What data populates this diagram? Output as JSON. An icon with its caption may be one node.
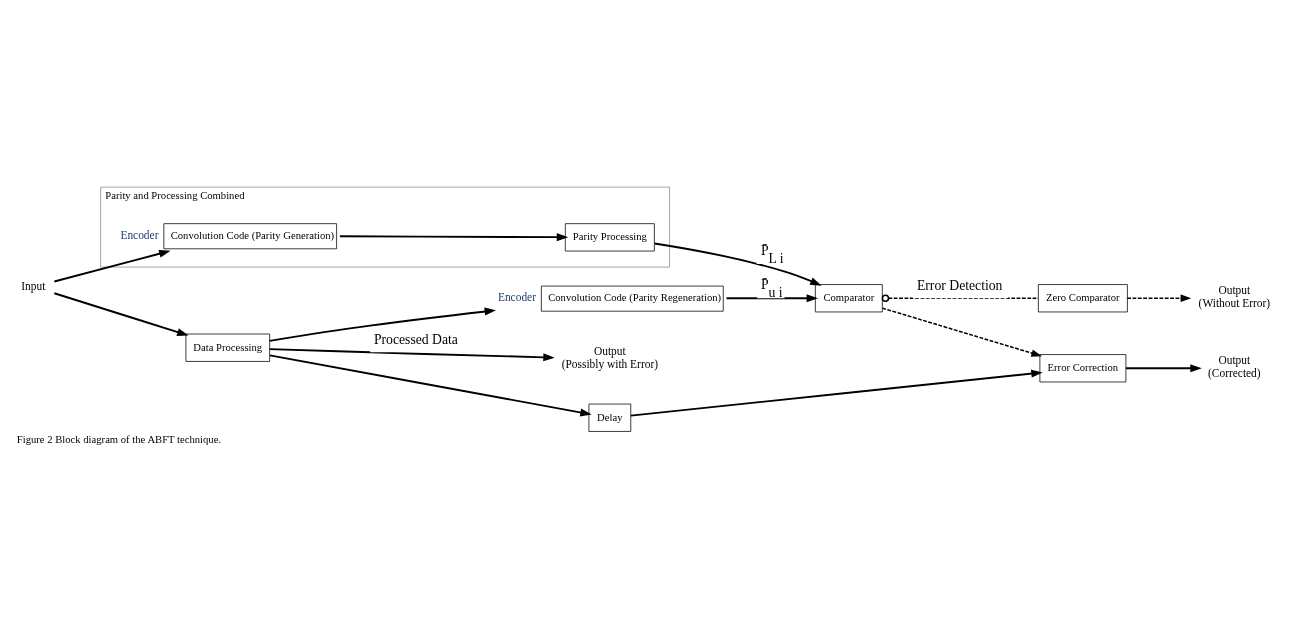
{
  "diagram": {
    "caption": "Figure 2 Block diagram of the ABFT technique.",
    "nodes": [
      {
        "text": [
          "Input"
        ]
      },
      {
        "text": [
          "Data Processing"
        ]
      },
      {
        "text": [
          "Output",
          "(Possibly with Error)"
        ]
      },
      {
        "text": [
          "Convolution Code (Parity Regeneration)"
        ],
        "beside": [
          "Encoder"
        ]
      },
      {
        "text": [
          "Delay"
        ]
      },
      {
        "text": [
          "Parity and Processing Combined"
        ]
      },
      {
        "text": [
          "Convolution Code (Parity Generation)"
        ],
        "beside": [
          "Encoder"
        ],
        "in": 5
      },
      {
        "text": [
          "Parity Processing"
        ],
        "in": 5
      },
      {
        "text": [
          "Comparator"
        ]
      },
      {
        "text": [
          "Error Correction"
        ]
      },
      {
        "text": [
          "Output",
          "(Corrected)"
        ]
      },
      {
        "text": [
          "Zero Comparator"
        ]
      },
      {
        "text": [
          "Output",
          "(Without Error)"
        ]
      }
    ],
    "edges": [
      {
        "from": 0,
        "to": 1,
        "arrow": "to"
      },
      {
        "from": 0,
        "to": 6,
        "arrow": "to"
      },
      {
        "from": 1,
        "to": 2,
        "arrow": "to",
        "label": "Processed Data"
      },
      {
        "from": 1,
        "to": 3,
        "arrow": "to"
      },
      {
        "from": 1,
        "to": 4,
        "arrow": "to"
      },
      {
        "from": 3,
        "to": 8,
        "arrow": "to",
        "label": "P̄$_{u i}$"
      },
      {
        "from": 4,
        "to": 9,
        "arrow": "to"
      },
      {
        "from": 6,
        "to": 7,
        "arrow": "to"
      },
      {
        "from": 7,
        "to": 8,
        "arrow": "to",
        "label": "P̄$_{L i}$"
      },
      {
        "from": 8,
        "to": 9,
        "arrow": "to",
        "style": "dashed"
      },
      {
        "from": 8,
        "to": 11,
        "arrow": "other",
        "style": "dashed",
        "label": "Error Detection"
      },
      {
        "from": 9,
        "to": 10,
        "arrow": "to"
      },
      {
        "from": 11,
        "to": 12,
        "arrow": "to",
        "style": "dashed"
      }
    ]
  }
}
